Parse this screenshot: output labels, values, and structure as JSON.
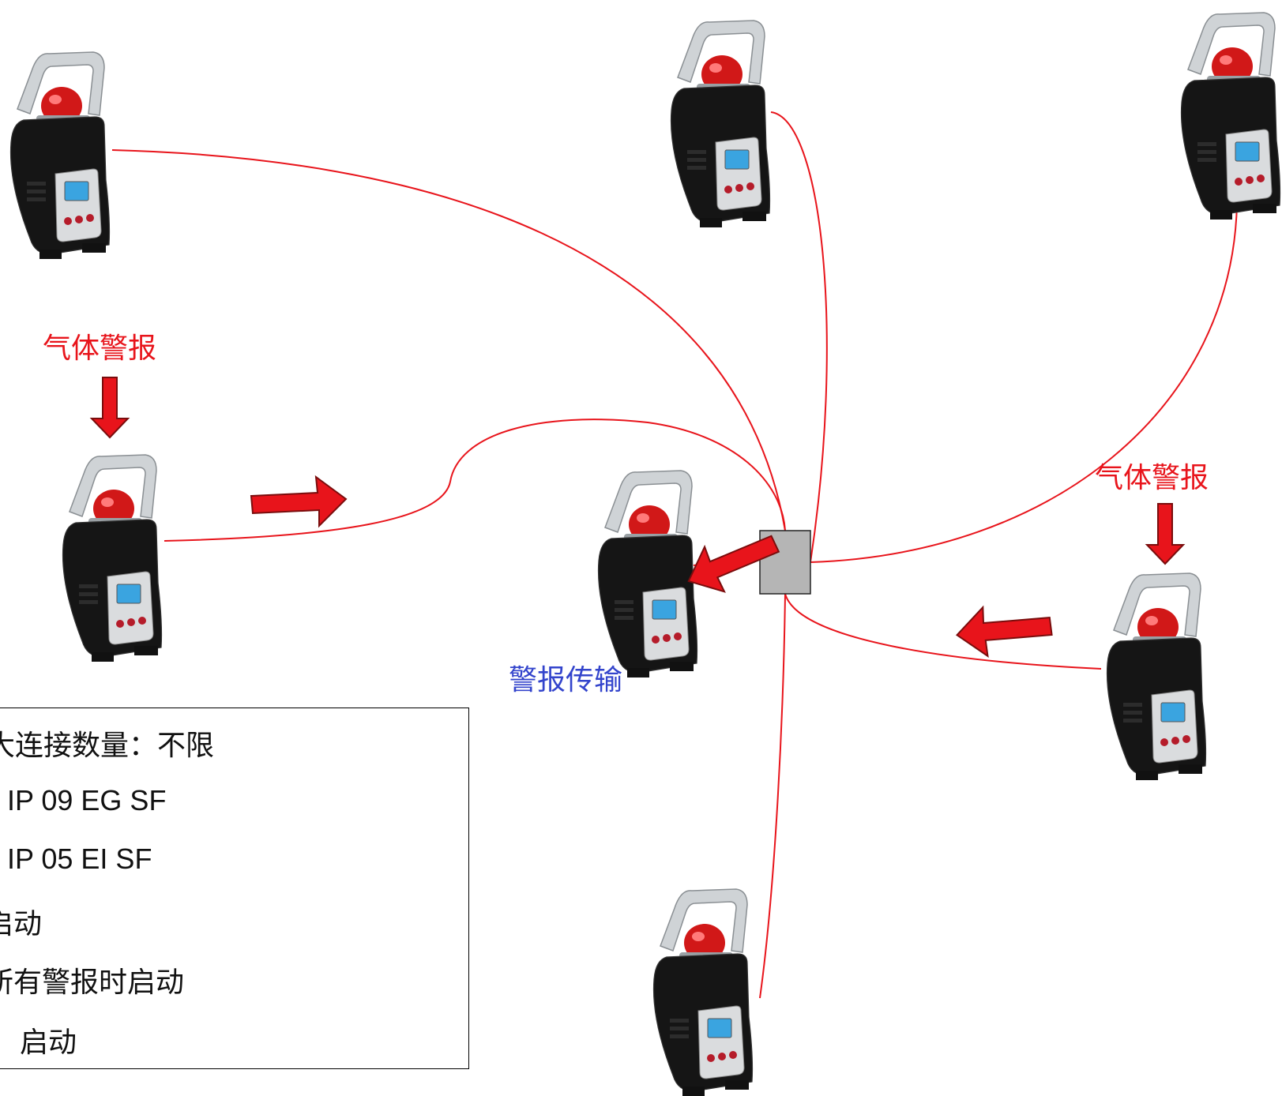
{
  "labels": {
    "gas_alarm_left": "气体警报",
    "gas_alarm_right": "气体警报",
    "alarm_transmission": "警报传输"
  },
  "legend": {
    "lines": [
      "大连接数量：不限",
      "IP 09 EG SF",
      "IP 05 EI SF",
      "启动",
      "所有警报时启动",
      "启动"
    ]
  },
  "colors": {
    "wire": "#e8141b",
    "arrow": "#e8141b",
    "hub": "#b5b5b5",
    "label_red": "#e8141b",
    "label_blue": "#3344cc"
  },
  "devices": [
    {
      "id": "top-left"
    },
    {
      "id": "top-center"
    },
    {
      "id": "top-right"
    },
    {
      "id": "mid-left"
    },
    {
      "id": "center"
    },
    {
      "id": "right"
    },
    {
      "id": "bottom"
    }
  ]
}
